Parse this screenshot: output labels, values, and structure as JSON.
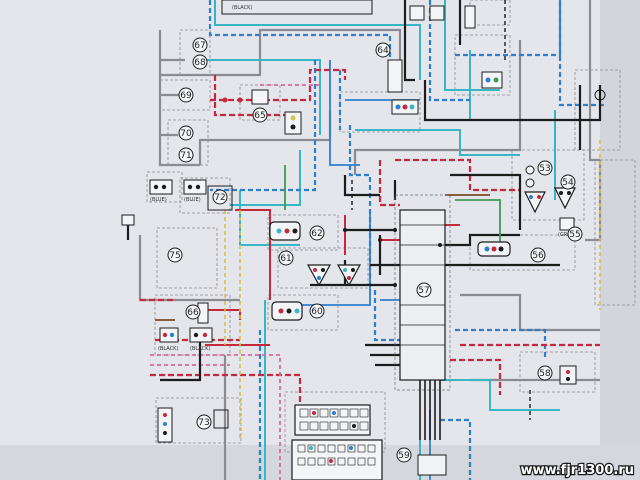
{
  "watermark": "www.fjr1300.ru",
  "components": [
    {
      "id": "c67",
      "label": "67"
    },
    {
      "id": "c68",
      "label": "68"
    },
    {
      "id": "c69",
      "label": "69"
    },
    {
      "id": "c70",
      "label": "70"
    },
    {
      "id": "c71",
      "label": "71"
    },
    {
      "id": "c65",
      "label": "65"
    },
    {
      "id": "c64",
      "label": "64"
    },
    {
      "id": "c72",
      "label": "72"
    },
    {
      "id": "c75",
      "label": "75"
    },
    {
      "id": "c62",
      "label": "62"
    },
    {
      "id": "c61",
      "label": "61"
    },
    {
      "id": "c60",
      "label": "60"
    },
    {
      "id": "c57",
      "label": "57"
    },
    {
      "id": "c53",
      "label": "53"
    },
    {
      "id": "c54",
      "label": "54"
    },
    {
      "id": "c55",
      "label": "55"
    },
    {
      "id": "c56",
      "label": "56"
    },
    {
      "id": "c58",
      "label": "58"
    },
    {
      "id": "c59",
      "label": "59"
    },
    {
      "id": "c66",
      "label": "66"
    },
    {
      "id": "c73",
      "label": "73"
    }
  ],
  "connector_colors": [
    {
      "id": "top",
      "label": "(BLACK)"
    },
    {
      "id": "blue-left",
      "label": "(BLUE)"
    },
    {
      "id": "blue-mid",
      "label": "(BLUE)"
    },
    {
      "id": "gray",
      "label": "(GRAY)"
    },
    {
      "id": "black-1",
      "label": "(BLACK)"
    },
    {
      "id": "black-2",
      "label": "(BLACK)"
    }
  ],
  "colors": {
    "paper": "#e8eaee",
    "blue": "#2f7fd0",
    "red": "#c8283c",
    "black": "#1c1c1c",
    "gray": "#8a8c92",
    "cyan": "#39b6c6",
    "pink": "#d86a9a",
    "yellow": "#d8c24a",
    "green": "#3a9a54",
    "brown": "#7a4a2a"
  }
}
